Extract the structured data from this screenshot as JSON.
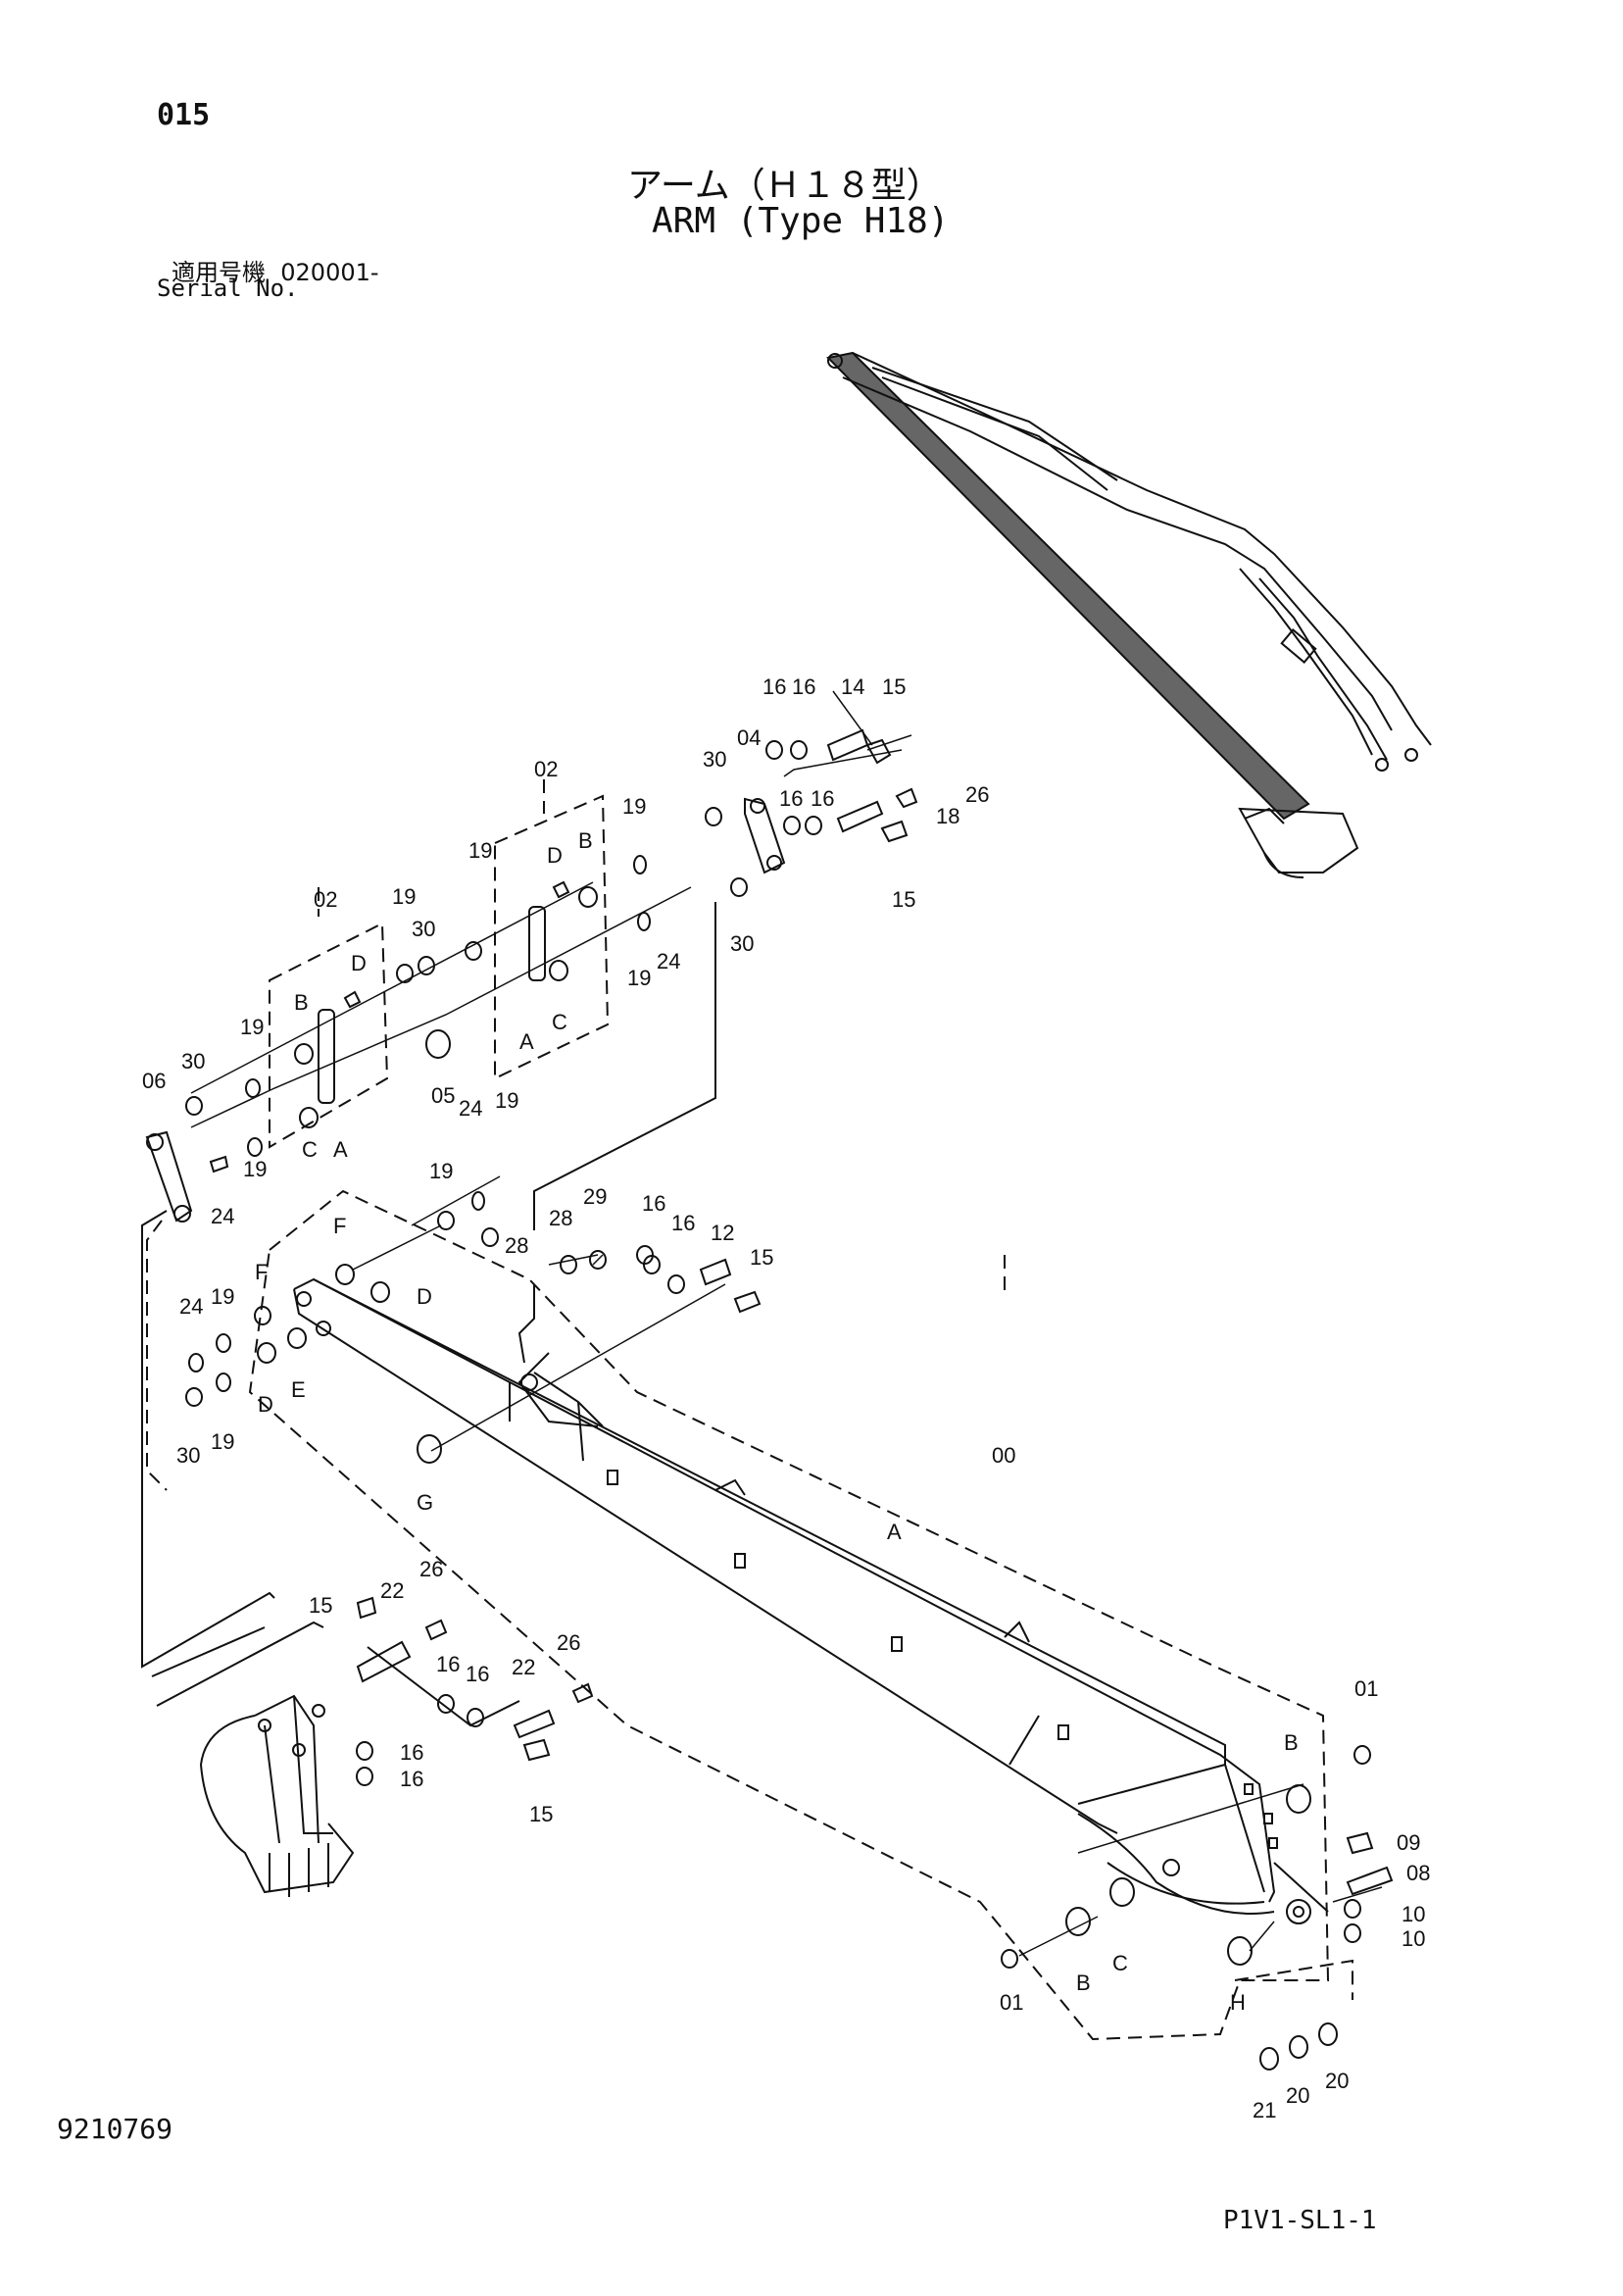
{
  "header": {
    "page_number": "015",
    "title_jp": "アーム（Ｈ１８型）",
    "title_en": "ARM (Type H18)",
    "serial_label_jp": "適用号機",
    "serial_value": "020001-",
    "serial_label_en": "Serial No."
  },
  "footer": {
    "doc_number": "9210769",
    "sheet_code": "P1V1-SL1-1"
  },
  "callouts": [
    {
      "id": "c1",
      "text": "16"
    },
    {
      "id": "c2",
      "text": "16"
    },
    {
      "id": "c3",
      "text": "14"
    },
    {
      "id": "c4",
      "text": "15"
    },
    {
      "id": "c5",
      "text": "04"
    },
    {
      "id": "c6",
      "text": "30"
    },
    {
      "id": "c7",
      "text": "02"
    },
    {
      "id": "c8",
      "text": "19"
    },
    {
      "id": "c9",
      "text": "19"
    },
    {
      "id": "c10",
      "text": "D"
    },
    {
      "id": "c11",
      "text": "B"
    },
    {
      "id": "c12",
      "text": "16"
    },
    {
      "id": "c13",
      "text": "16"
    },
    {
      "id": "c14",
      "text": "26"
    },
    {
      "id": "c15",
      "text": "18"
    },
    {
      "id": "c16",
      "text": "15"
    },
    {
      "id": "c17",
      "text": "30"
    },
    {
      "id": "c18",
      "text": "24"
    },
    {
      "id": "c19",
      "text": "19"
    },
    {
      "id": "c20",
      "text": "C"
    },
    {
      "id": "c21",
      "text": "A"
    },
    {
      "id": "c22",
      "text": "02"
    },
    {
      "id": "c23",
      "text": "19"
    },
    {
      "id": "c24",
      "text": "30"
    },
    {
      "id": "c25",
      "text": "D"
    },
    {
      "id": "c26",
      "text": "B"
    },
    {
      "id": "c27",
      "text": "19"
    },
    {
      "id": "c28",
      "text": "30"
    },
    {
      "id": "c29",
      "text": "06"
    },
    {
      "id": "c30",
      "text": "05"
    },
    {
      "id": "c31",
      "text": "C"
    },
    {
      "id": "c32",
      "text": "A"
    },
    {
      "id": "c33",
      "text": "19"
    },
    {
      "id": "c34",
      "text": "24"
    },
    {
      "id": "c35",
      "text": "19"
    },
    {
      "id": "c36",
      "text": "24"
    },
    {
      "id": "c37",
      "text": "19"
    },
    {
      "id": "c38",
      "text": "29"
    },
    {
      "id": "c39",
      "text": "28"
    },
    {
      "id": "c40",
      "text": "28"
    },
    {
      "id": "c41",
      "text": "16"
    },
    {
      "id": "c42",
      "text": "16"
    },
    {
      "id": "c43",
      "text": "12"
    },
    {
      "id": "c44",
      "text": "15"
    },
    {
      "id": "c45",
      "text": "F"
    },
    {
      "id": "c46",
      "text": "F"
    },
    {
      "id": "c47",
      "text": "D"
    },
    {
      "id": "c48",
      "text": "24"
    },
    {
      "id": "c49",
      "text": "19"
    },
    {
      "id": "c50",
      "text": "D"
    },
    {
      "id": "c51",
      "text": "E"
    },
    {
      "id": "c52",
      "text": "30"
    },
    {
      "id": "c53",
      "text": "19"
    },
    {
      "id": "c54",
      "text": "G"
    },
    {
      "id": "c55",
      "text": "00"
    },
    {
      "id": "c56",
      "text": "A"
    },
    {
      "id": "c57",
      "text": "15"
    },
    {
      "id": "c58",
      "text": "22"
    },
    {
      "id": "c59",
      "text": "26"
    },
    {
      "id": "c60",
      "text": "16"
    },
    {
      "id": "c61",
      "text": "16"
    },
    {
      "id": "c62",
      "text": "22"
    },
    {
      "id": "c63",
      "text": "26"
    },
    {
      "id": "c64",
      "text": "16"
    },
    {
      "id": "c65",
      "text": "16"
    },
    {
      "id": "c66",
      "text": "15"
    },
    {
      "id": "c67",
      "text": "01"
    },
    {
      "id": "c68",
      "text": "B"
    },
    {
      "id": "c69",
      "text": "09"
    },
    {
      "id": "c70",
      "text": "08"
    },
    {
      "id": "c71",
      "text": "10"
    },
    {
      "id": "c72",
      "text": "10"
    },
    {
      "id": "c73",
      "text": "C"
    },
    {
      "id": "c74",
      "text": "B"
    },
    {
      "id": "c75",
      "text": "01"
    },
    {
      "id": "c76",
      "text": "H"
    },
    {
      "id": "c77",
      "text": "21"
    },
    {
      "id": "c78",
      "text": "20"
    },
    {
      "id": "c79",
      "text": "20"
    }
  ]
}
